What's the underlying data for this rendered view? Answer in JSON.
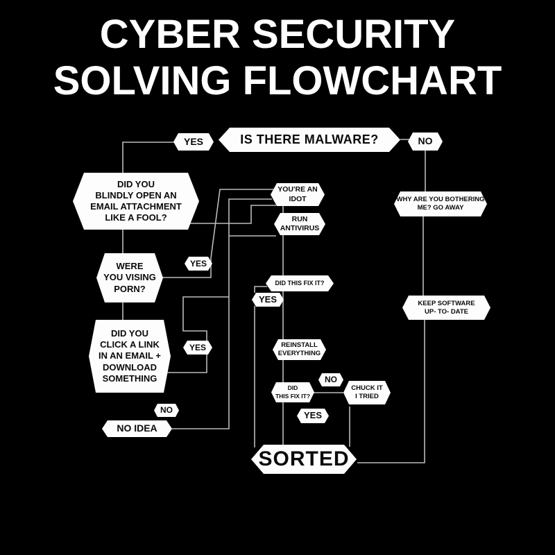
{
  "title": {
    "line1": "CYBER SECURITY",
    "line2": "SOLVING FLOWCHART"
  },
  "nodes": {
    "malware": {
      "label": "IS THERE MALWARE?"
    },
    "yes_malware": {
      "label": "YES"
    },
    "no_malware": {
      "label": "NO"
    },
    "blindly": {
      "label": "DID YOU\nBLINDLY OPEN AN\nEMAIL ATTACHMENT\nLIKE A FOOL?"
    },
    "idot": {
      "label": "YOU'RE AN\nIDOT"
    },
    "bothering": {
      "label": "WHY ARE YOU BOTHERING\nME? GO AWAY"
    },
    "antivirus": {
      "label": "RUN\nANTIVIRUS"
    },
    "porn": {
      "label": "WERE\nYOU VISING\nPORN?"
    },
    "yes_porn": {
      "label": "YES"
    },
    "fix1": {
      "label": "DID THIS FIX IT?"
    },
    "yes_fix1": {
      "label": "YES"
    },
    "keep": {
      "label": "KEEP SOFTWARE\nUP- TO- DATE"
    },
    "clicklink": {
      "label": "DID YOU\nCLICK A LINK\nIN AN EMAIL +\nDOWNLOAD\nSOMETHING"
    },
    "yes_clicklink": {
      "label": "YES"
    },
    "reinstall": {
      "label": "REINSTALL\nEVERYTHING"
    },
    "no_fix2": {
      "label": "NO"
    },
    "fix2": {
      "label": "DID\nTHIS FIX IT?"
    },
    "chuck": {
      "label": "CHUCK IT\nI TRIED"
    },
    "yes_fix2": {
      "label": "YES"
    },
    "no_clicklink": {
      "label": "NO"
    },
    "noidea": {
      "label": "NO IDEA"
    },
    "sorted": {
      "label": "SORTED"
    }
  },
  "colors": {
    "background": "#000000",
    "box_fill": "#fdfdfd",
    "box_text": "#0a0a0a",
    "connector": "#cccccc"
  }
}
